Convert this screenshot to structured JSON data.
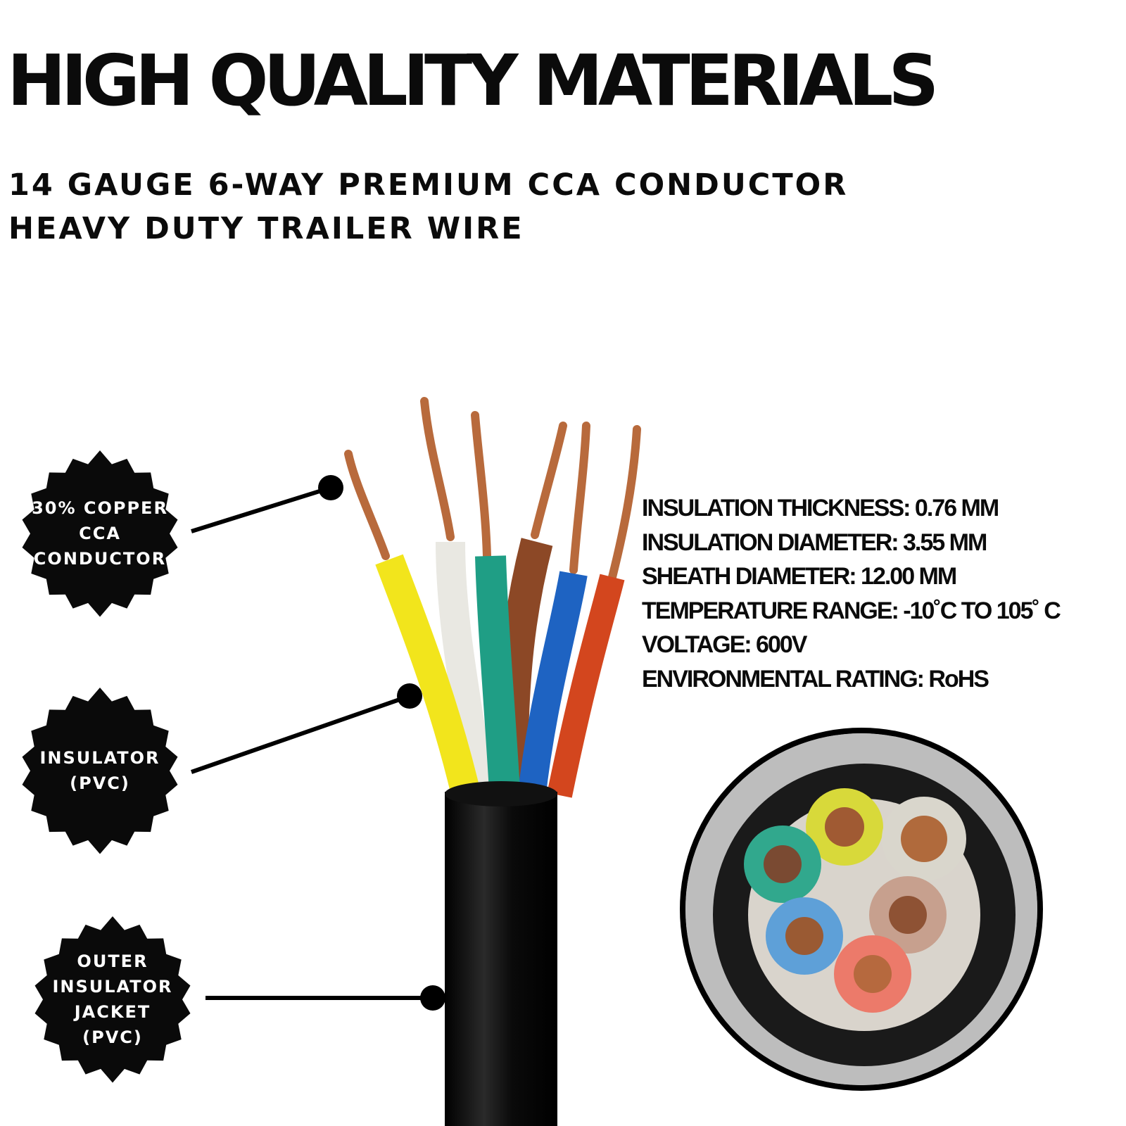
{
  "header": {
    "title": "HIGH QUALITY MATERIALS",
    "subtitle_lines": [
      "14 GAUGE 6-WAY PREMIUM CCA CONDUCTOR",
      "HEAVY DUTY TRAILER WIRE"
    ]
  },
  "callouts": [
    {
      "lines": [
        "30% COPPER",
        "CCA",
        "CONDUCTOR"
      ]
    },
    {
      "lines": [
        "INSULATOR",
        "(PVC)"
      ]
    },
    {
      "lines": [
        "OUTER",
        "INSULATOR",
        "JACKET",
        "(PVC)"
      ]
    }
  ],
  "specs": [
    "INSULATION THICKNESS: 0.76 MM",
    "INSULATION DIAMETER: 3.55 MM",
    "SHEATH DIAMETER: 12.00 MM",
    "TEMPERATURE RANGE: -10˚C TO 105˚ C",
    "VOLTAGE: 600V",
    "ENVIRONMENTAL RATING: RoHS"
  ],
  "colors": {
    "background": "#ffffff",
    "text": "#0b0b0b",
    "badge": "#0a0a0a",
    "jacket": "#0d0d0d",
    "copper": "#c0764a",
    "wire_yellow": "#f2e51c",
    "wire_white": "#ecebe6",
    "wire_green": "#1f9f86",
    "wire_brown": "#8e4a28",
    "wire_blue": "#1f66c4",
    "wire_red": "#d7471f"
  },
  "icons": [
    "starburst-badge-icon",
    "cable-illustration",
    "cable-cross-section-illustration"
  ]
}
